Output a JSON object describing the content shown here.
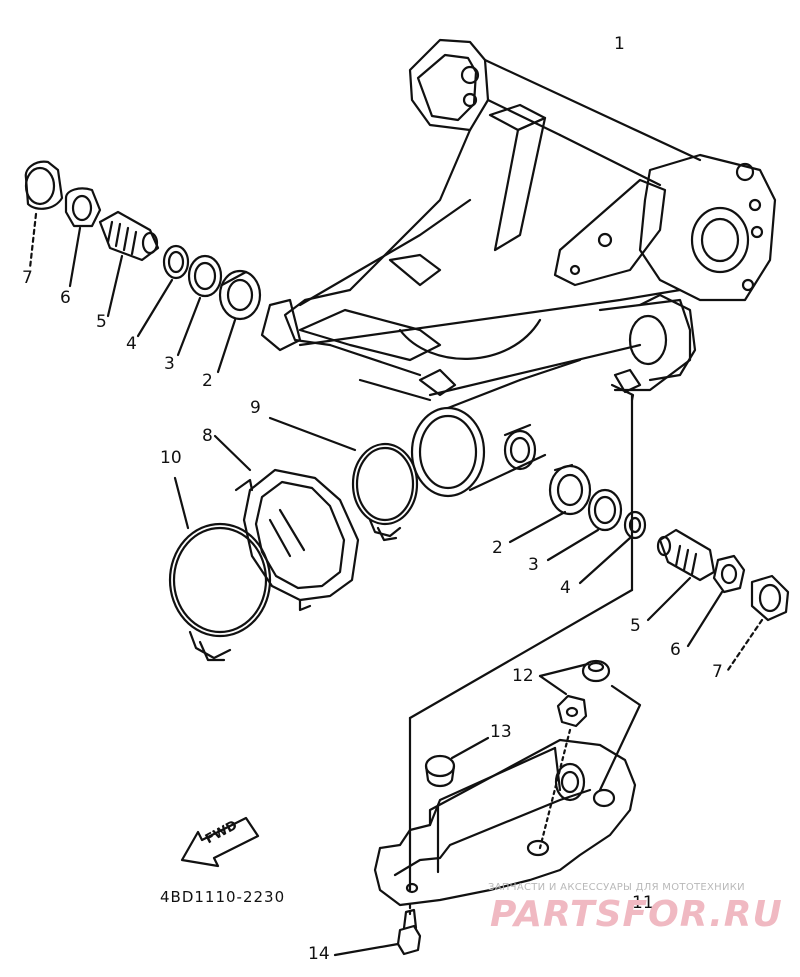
{
  "diagram": {
    "drawing_code": "4BD1110-2230",
    "direction_label": "FWD",
    "watermark": {
      "tagline": "ЗАПЧАСТИ И АКСЕССУАРЫ ДЛЯ МОТОТЕХНИКИ",
      "brand": "PARTSFOR.RU"
    },
    "callouts": {
      "c1": "1",
      "c2a": "2",
      "c3a": "3",
      "c4a": "4",
      "c5a": "5",
      "c6a": "6",
      "c7a": "7",
      "c2b": "2",
      "c3b": "3",
      "c4b": "4",
      "c5b": "5",
      "c6b": "6",
      "c7b": "7",
      "c8": "8",
      "c9": "9",
      "c10": "10",
      "c11": "11",
      "c12": "12",
      "c13": "13",
      "c14": "14"
    }
  }
}
